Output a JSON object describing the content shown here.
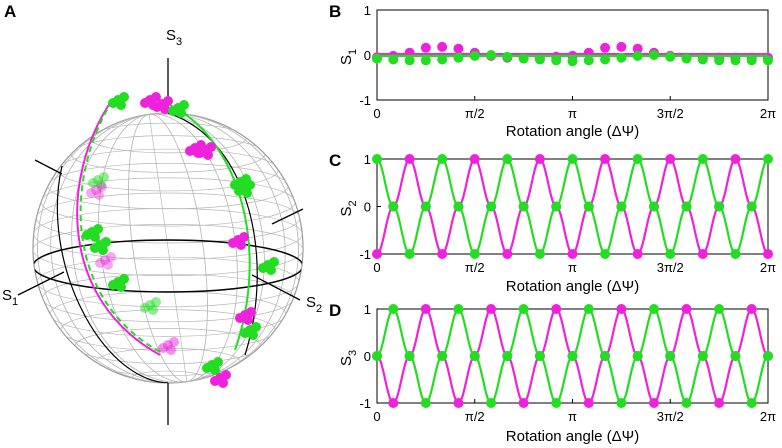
{
  "panel_labels": {
    "a": "A",
    "b": "B",
    "c": "C",
    "d": "D"
  },
  "sphere": {
    "axis_labels": {
      "s1": {
        "main": "S",
        "sub": "1"
      },
      "s2": {
        "main": "S",
        "sub": "2"
      },
      "s3": {
        "main": "S",
        "sub": "3"
      }
    }
  },
  "colors": {
    "magenta": "#ee22dd",
    "green": "#22dd22",
    "axes": "#000000",
    "grid": "#b8b8b8"
  },
  "chart_data": [
    {
      "type": "line",
      "panel": "B",
      "ylabel": {
        "main": "S",
        "sub": "1"
      },
      "xlabel": "Rotation angle (ΔΨ)",
      "xtick_labels": [
        "0",
        "π/2",
        "π",
        "3π/2",
        "2π"
      ],
      "ytick_labels": [
        "1",
        "0",
        "-1"
      ],
      "xlim": [
        0,
        6.2832
      ],
      "ylim": [
        -1,
        1
      ],
      "x": [
        0,
        0.262,
        0.524,
        0.785,
        1.047,
        1.309,
        1.571,
        1.833,
        2.094,
        2.356,
        2.618,
        2.88,
        3.142,
        3.403,
        3.665,
        3.927,
        4.189,
        4.451,
        4.712,
        4.974,
        5.236,
        5.498,
        5.76,
        6.021,
        6.283
      ],
      "series": [
        {
          "color": "#ee22dd",
          "line": [
            0.02,
            0.02,
            0.02,
            0.02,
            0.02,
            0.02,
            0.02,
            0.02,
            0.02,
            0.02,
            0.02,
            0.02,
            0.02,
            0.02,
            0.02,
            0.02,
            0.02,
            0.02,
            0.02,
            0.02,
            0.02,
            0.02,
            0.02,
            0.02,
            0.02
          ],
          "points": [
            -0.05,
            -0.02,
            0.05,
            0.16,
            0.18,
            0.14,
            0.05,
            -0.02,
            -0.06,
            -0.06,
            -0.06,
            -0.04,
            -0.02,
            0.05,
            0.16,
            0.18,
            0.14,
            0.05,
            -0.02,
            -0.06,
            -0.06,
            -0.06,
            -0.06,
            -0.06,
            -0.06
          ]
        },
        {
          "color": "#22dd22",
          "line": [
            -0.02,
            -0.02,
            -0.02,
            -0.02,
            -0.02,
            -0.02,
            -0.02,
            -0.02,
            -0.02,
            -0.02,
            -0.02,
            -0.02,
            -0.02,
            -0.02,
            -0.02,
            -0.02,
            -0.02,
            -0.02,
            -0.02,
            -0.02,
            -0.02,
            -0.02,
            -0.02,
            -0.02,
            -0.02
          ],
          "points": [
            -0.08,
            -0.1,
            -0.12,
            -0.12,
            -0.1,
            -0.06,
            -0.02,
            0.0,
            -0.04,
            -0.08,
            -0.1,
            -0.12,
            -0.14,
            -0.12,
            -0.1,
            -0.06,
            -0.02,
            0.0,
            -0.04,
            -0.08,
            -0.1,
            -0.12,
            -0.12,
            -0.12,
            -0.12
          ]
        }
      ]
    },
    {
      "type": "line",
      "panel": "C",
      "ylabel": {
        "main": "S",
        "sub": "2"
      },
      "xlabel": "Rotation angle (ΔΨ)",
      "xtick_labels": [
        "0",
        "π/2",
        "π",
        "3π/2",
        "2π"
      ],
      "ytick_labels": [
        "1",
        "0",
        "-1"
      ],
      "xlim": [
        0,
        6.2832
      ],
      "ylim": [
        -1,
        1
      ],
      "x": [
        0,
        0.262,
        0.524,
        0.785,
        1.047,
        1.309,
        1.571,
        1.833,
        2.094,
        2.356,
        2.618,
        2.88,
        3.142,
        3.403,
        3.665,
        3.927,
        4.189,
        4.451,
        4.712,
        4.974,
        5.236,
        5.498,
        5.76,
        6.021,
        6.283
      ],
      "series": [
        {
          "color": "#ee22dd",
          "values": [
            -1,
            0,
            1,
            0,
            -1,
            0,
            1,
            0,
            -1,
            0,
            1,
            0,
            -1,
            0,
            1,
            0,
            -1,
            0,
            1,
            0,
            -1,
            0,
            1,
            0,
            -1
          ]
        },
        {
          "color": "#22dd22",
          "values": [
            1,
            0,
            -1,
            0,
            1,
            0,
            -1,
            0,
            1,
            0,
            -1,
            0,
            1,
            0,
            -1,
            0,
            1,
            0,
            -1,
            0,
            1,
            0,
            -1,
            0,
            1
          ]
        }
      ]
    },
    {
      "type": "line",
      "panel": "D",
      "ylabel": {
        "main": "S",
        "sub": "3"
      },
      "xlabel": "Rotation angle (ΔΨ)",
      "xtick_labels": [
        "0",
        "π/2",
        "π",
        "3π/2",
        "2π"
      ],
      "ytick_labels": [
        "1",
        "0",
        "-1"
      ],
      "xlim": [
        0,
        6.2832
      ],
      "ylim": [
        -1,
        1
      ],
      "x": [
        0,
        0.262,
        0.524,
        0.785,
        1.047,
        1.309,
        1.571,
        1.833,
        2.094,
        2.356,
        2.618,
        2.88,
        3.142,
        3.403,
        3.665,
        3.927,
        4.189,
        4.451,
        4.712,
        4.974,
        5.236,
        5.498,
        5.76,
        6.021,
        6.283
      ],
      "series": [
        {
          "color": "#ee22dd",
          "values": [
            0,
            -1,
            0,
            1,
            0,
            -1,
            0,
            1,
            0,
            -1,
            0,
            1,
            0,
            -1,
            0,
            1,
            0,
            -1,
            0,
            1,
            0,
            -1,
            0,
            1,
            0
          ]
        },
        {
          "color": "#22dd22",
          "values": [
            0,
            1,
            0,
            -1,
            0,
            1,
            0,
            -1,
            0,
            1,
            0,
            -1,
            0,
            1,
            0,
            -1,
            0,
            1,
            0,
            -1,
            0,
            1,
            0,
            -1,
            0
          ]
        }
      ]
    }
  ]
}
